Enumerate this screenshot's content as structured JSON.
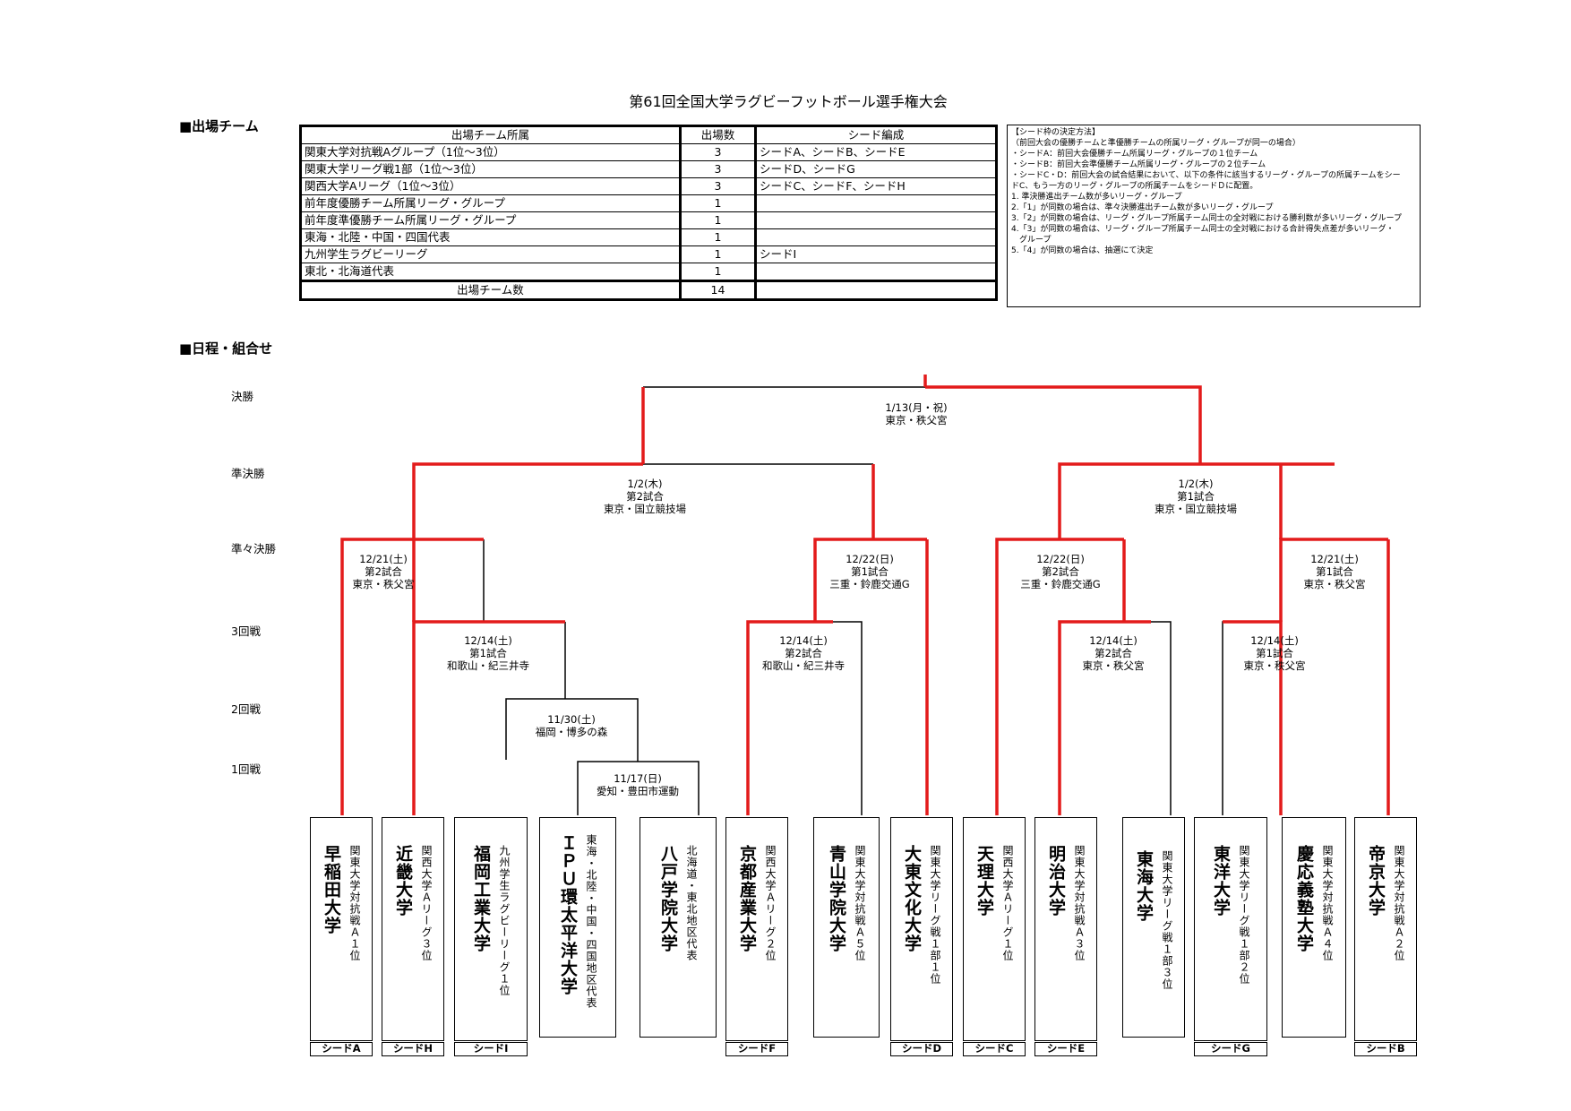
{
  "title": "第61回全国大学ラグビーフットボール選手権大会",
  "section_teams": "■出場チーム",
  "section_schedule": "■日程・組合せ",
  "table": {
    "headers": [
      "出場チーム所属",
      "出場数",
      "シード編成"
    ],
    "rows": [
      [
        "関東大学対抗戦Aグループ（1位～3位）",
        "3",
        "シードA、シードB、シードE"
      ],
      [
        "関東大学リーグ戦1部（1位～3位）",
        "3",
        "シードD、シードG"
      ],
      [
        "関西大学Aリーグ（1位～3位）",
        "3",
        "シードC、シードF、シードH"
      ],
      [
        "前年度優勝チーム所属リーグ・グループ",
        "1",
        ""
      ],
      [
        "前年度準優勝チーム所属リーグ・グループ",
        "1",
        ""
      ],
      [
        "東海・北陸・中国・四国代表",
        "1",
        ""
      ],
      [
        "九州学生ラグビーリーグ",
        "1",
        "シードI"
      ],
      [
        "東北・北海道代表",
        "1",
        ""
      ]
    ],
    "total": [
      "出場チーム数",
      "14",
      ""
    ]
  },
  "seed_method": [
    "【シード枠の決定方法】",
    "（前回大会の優勝チームと準優勝チームの所属リーグ・グループが同一の場合）",
    "・シードA：前回大会優勝チーム所属リーグ・グループの１位チーム",
    "・シードB：前回大会準優勝チーム所属リーグ・グループの２位チーム",
    "・シードC・D：前回大会の試合結果において、以下の条件に該当するリーグ・グループの所属チームをシー",
    "ドC、もう一方のリーグ・グループの所属チームをシードＤに配置。",
    "1. 準決勝進出チーム数が多いリーグ・グループ",
    "2.「1」が同数の場合は、準々決勝進出チーム数が多いリーグ・グループ",
    "3.「2」が同数の場合は、リーグ・グループ所属チーム同士の全対戦における勝利数が多いリーグ・グループ",
    "4.「3」が同数の場合は、リーグ・グループ所属チーム同士の全対戦における合計得失点差が多いリーグ・",
    "　グループ",
    "5.「4」が同数の場合は、抽選にて決定"
  ],
  "rounds": {
    "final": "決勝",
    "semi": "準決勝",
    "quarter": "準々決勝",
    "r3": "3回戦",
    "r2": "2回戦",
    "r1": "1回戦"
  },
  "matches": {
    "final": [
      "1/13(月・祝)",
      "東京・秩父宮"
    ],
    "semi_left": [
      "1/2(木)",
      "第2試合",
      "東京・国立競技場"
    ],
    "semi_right": [
      "1/2(木)",
      "第1試合",
      "東京・国立競技場"
    ],
    "qf1": [
      "12/21(土)",
      "第2試合",
      "東京・秩父宮"
    ],
    "qf2": [
      "12/22(日)",
      "第1試合",
      "三重・鈴鹿交通G"
    ],
    "qf3": [
      "12/22(日)",
      "第2試合",
      "三重・鈴鹿交通G"
    ],
    "qf4": [
      "12/21(土)",
      "第1試合",
      "東京・秩父宮"
    ],
    "r3a": [
      "12/14(土)",
      "第1試合",
      "和歌山・紀三井寺"
    ],
    "r3b": [
      "12/14(土)",
      "第2試合",
      "和歌山・紀三井寺"
    ],
    "r3c": [
      "12/14(土)",
      "第2試合",
      "東京・秩父宮"
    ],
    "r3d": [
      "12/14(土)",
      "第1試合",
      "東京・秩父宮"
    ],
    "r2": [
      "11/30(土)",
      "福岡・博多の森"
    ],
    "r1": [
      "11/17(日)",
      "愛知・豊田市運動"
    ]
  },
  "teams": [
    {
      "name": "早稲田大学",
      "sub": "関東大学対抗戦Ａ１位",
      "seed": "シードA"
    },
    {
      "name": "近畿大学",
      "sub": "関西大学Ａリーグ３位",
      "seed": "シードH"
    },
    {
      "name": "福岡工業大学",
      "sub": "九州学生ラグビーリーグ１位",
      "seed": "シードI"
    },
    {
      "name": "ＩＰＵ環太平洋大学",
      "sub": "東海・北陸・中国・四国地区代表",
      "seed": ""
    },
    {
      "name": "八戸学院大学",
      "sub": "北海道・東北地区代表",
      "seed": ""
    },
    {
      "name": "京都産業大学",
      "sub": "関西大学Ａリーグ２位",
      "seed": "シードF"
    },
    {
      "name": "青山学院大学",
      "sub": "関東大学対抗戦Ａ５位",
      "seed": ""
    },
    {
      "name": "大東文化大学",
      "sub": "関東大学リーグ戦１部１位",
      "seed": "シードD"
    },
    {
      "name": "天理大学",
      "sub": "関西大学Ａリーグ１位",
      "seed": "シードC"
    },
    {
      "name": "明治大学",
      "sub": "関東大学対抗戦Ａ３位",
      "seed": "シードE"
    },
    {
      "name": "東海大学",
      "sub": "関東大学リーグ戦１部３位",
      "seed": ""
    },
    {
      "name": "東洋大学",
      "sub": "関東大学リーグ戦１部２位",
      "seed": "シードG"
    },
    {
      "name": "慶応義塾大学",
      "sub": "関東大学対抗戦Ａ４位",
      "seed": ""
    },
    {
      "name": "帝京大学",
      "sub": "関東大学対抗戦Ａ２位",
      "seed": "シードB"
    }
  ],
  "colors": {
    "winner_line": "#e31b1b",
    "line": "#000000"
  }
}
